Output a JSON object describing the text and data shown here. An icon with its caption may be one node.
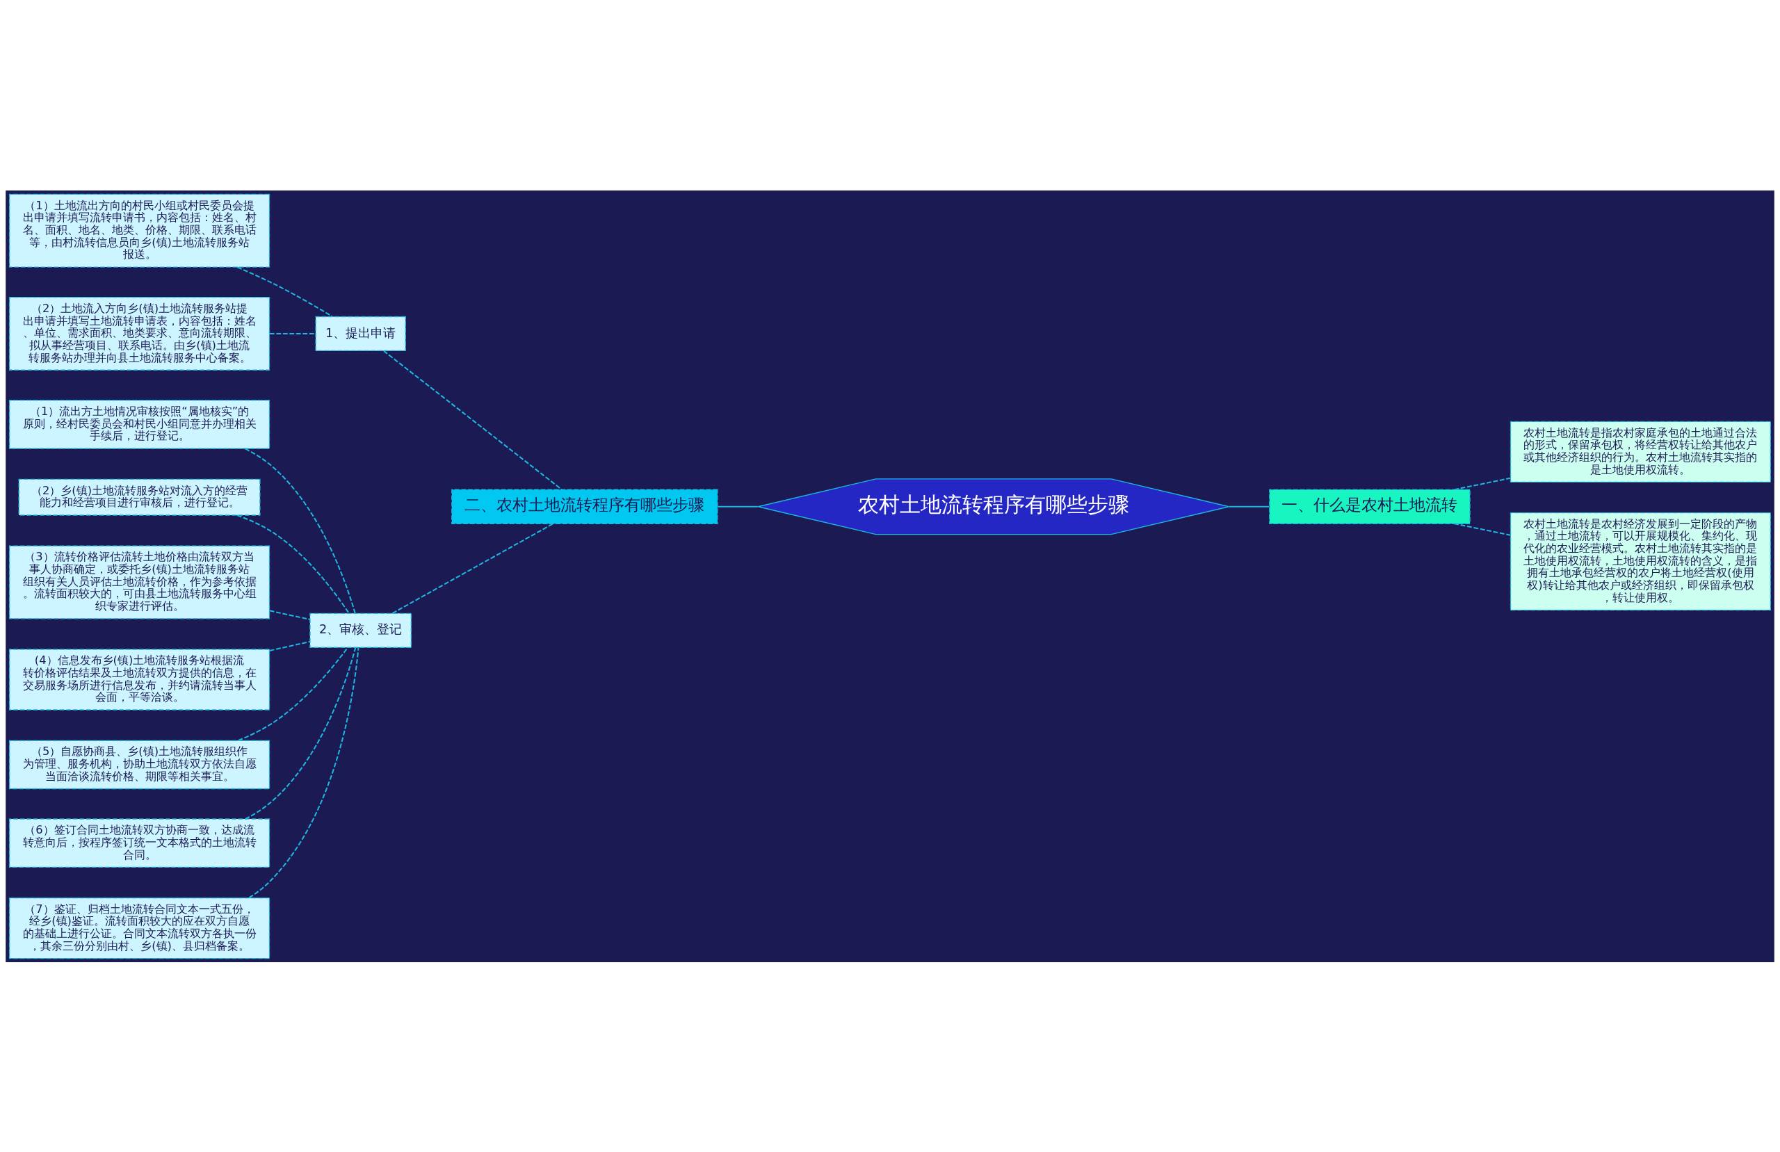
{
  "diagram": {
    "nodes": [
      {
        "text": [
          "农村土地流转程序有哪些步骤"
        ]
      },
      {
        "text": [
          "一、什么是农村土地流转"
        ]
      },
      {
        "text": [
          "农村土地流转是指农村家庭承包的土地通过合法的形式，保留承包权，将经营权转让给其他农户或其他经济组织的行为。农村土地流转其实指的是土地使用权流转。"
        ]
      },
      {
        "text": [
          "农村土地流转是农村经济发展到一定阶段的产物，通过土地流转，可以开展规模化、集约化、现代化的农业经营模式。农村土地流转其实指的是土地使用权流转，土地使用权流转的含义，是指拥有土地承包经营权的农户将土地经营权(使用权)转让给其他农户或经济组织，即保留承包权，转让使用权。"
        ]
      },
      {
        "text": [
          "二、农村土地流转程序有哪些步骤"
        ]
      },
      {
        "text": [
          "1、提出申请"
        ]
      },
      {
        "text": [
          "（1）土地流出方向的村民小组或村民委员会提出申请并填写流转申请书，内容包括：姓名、村名、面积、地名、地类、价格、期限、联系电话等，由村流转信息员向乡(镇)土地流转服务站报送。"
        ]
      },
      {
        "text": [
          "（2）土地流入方向乡(镇)土地流转服务站提出申请并填写土地流转申请表，内容包括：姓名、单位、需求面积、地类要求、意向流转期限、拟从事经营项目、联系电话。由乡(镇)土地流转服务站办理并向县土地流转服务中心备案。"
        ]
      },
      {
        "text": [
          "2、审核、登记"
        ]
      },
      {
        "text": [
          "（1）流出方土地情况审核按照“属地核实”的原则，经村民委员会和村民小组同意并办理相关手续后，进行登记。"
        ]
      },
      {
        "text": [
          "（2）乡(镇)土地流转服务站对流入方的经营能力和经营项目进行审核后，进行登记。"
        ]
      },
      {
        "text": [
          "（3）流转价格评估流转土地价格由流转双方当事人协商确定，或委托乡(镇)土地流转服务站组织有关人员评估土地流转价格，作为参考依据。流转面积较大的，可由县土地流转服务中心组织专家进行评估。"
        ]
      },
      {
        "text": [
          "(4）信息发布乡(镇)土地流转服务站根据流转价格评估结果及土地流转双方提供的信息，在交易服务场所进行信息发布，并约请流转当事人会面，平等洽谈。"
        ]
      },
      {
        "text": [
          "（5）自愿协商县、乡(镇)土地流转服组织作为管理、服务机构，协助土地流转双方依法自愿当面洽谈流转价格、期限等相关事宜。"
        ]
      },
      {
        "text": [
          "（6）签订合同土地流转双方协商一致，达成流转意向后，按程序签订统一文本格式的土地流转合同。"
        ]
      },
      {
        "text": [
          "（7）鉴证、归档土地流转合同文本一式五份，经乡(镇)鉴证。流转面积较大的应在双方自愿的基础上进行公证。合同文本流转双方各执一份，其余三份分别由村、乡(镇)、县归档备案。"
        ]
      }
    ],
    "edges": [
      {
        "from": 0,
        "to": 1,
        "arrow": "none"
      },
      {
        "from": 1,
        "to": 2,
        "arrow": "none",
        "style": "dashed"
      },
      {
        "from": 1,
        "to": 3,
        "arrow": "none",
        "style": "dashed"
      },
      {
        "from": 0,
        "to": 4,
        "arrow": "none"
      },
      {
        "from": 4,
        "to": 5,
        "arrow": "none",
        "style": "dashed"
      },
      {
        "from": 5,
        "to": 6,
        "arrow": "none",
        "style": "dashed"
      },
      {
        "from": 5,
        "to": 7,
        "arrow": "none",
        "style": "dashed"
      },
      {
        "from": 4,
        "to": 8,
        "arrow": "none",
        "style": "dashed"
      },
      {
        "from": 8,
        "to": 9,
        "arrow": "none",
        "style": "dashed"
      },
      {
        "from": 8,
        "to": 10,
        "arrow": "none",
        "style": "dashed"
      },
      {
        "from": 8,
        "to": 11,
        "arrow": "none",
        "style": "dashed"
      },
      {
        "from": 8,
        "to": 12,
        "arrow": "none",
        "style": "dashed"
      },
      {
        "from": 8,
        "to": 13,
        "arrow": "none",
        "style": "dashed"
      },
      {
        "from": 8,
        "to": 14,
        "arrow": "none",
        "style": "dashed"
      },
      {
        "from": 8,
        "to": 15,
        "arrow": "none",
        "style": "dashed"
      }
    ]
  }
}
